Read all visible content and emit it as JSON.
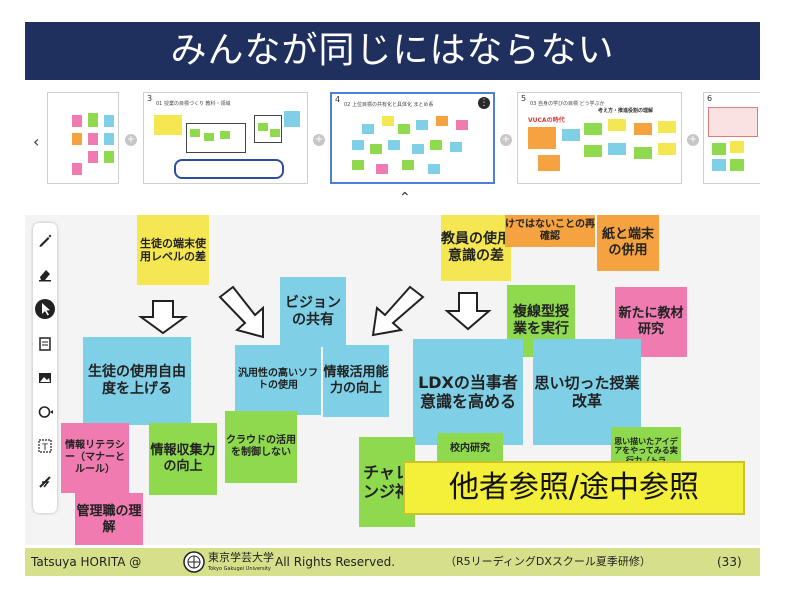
{
  "title": "みんなが同じにはならない",
  "thumbnails": [
    {
      "num": ""
    },
    {
      "num": "3",
      "title": "01 授業の目標づくり 教科・領域"
    },
    {
      "num": "4",
      "title": "02 上位目標の共有化と具体化 まとめ系"
    },
    {
      "num": "5",
      "title": "03 自身の学びの目標 どう学ぶか",
      "label1": "考え方・推進役割の理解",
      "label2": "VUCAの時代"
    },
    {
      "num": "6"
    }
  ],
  "collapse_icon": "chevron-up-icon",
  "toolbar": {
    "tools": [
      "pen-icon",
      "eraser-icon",
      "cursor-icon",
      "sticky-note-icon",
      "image-icon",
      "shape-icon",
      "text-icon",
      "laser-icon"
    ]
  },
  "notes": {
    "n1": "生徒の端末使用レベルの差",
    "n2": "教員の使用意識の差",
    "n3": "けではないことの再確認",
    "n4": "紙と端末の併用",
    "n5": "ビジョンの共有",
    "n6": "複線型授業を実行",
    "n7": "新たに教材研究",
    "n8": "生徒の使用自由度を上げる",
    "n9": "汎用性の高いソフトの使用",
    "n10": "情報活用能力の向上",
    "n11": "LDXの当事者意識を高める",
    "n12": "思い切った授業改革",
    "n13": "情報リテラシー（マナーとルール）",
    "n14": "情報収集力の向上",
    "n15": "クラウドの活用を制御しない",
    "n16": "チャレンジ神",
    "n17": "校内研究",
    "n18": "思い描いたアイデアをやってみる実行力（トラ",
    "n19": "管理職の理解"
  },
  "overlay_label": "他者参照/途中参照",
  "footer": {
    "author": "Tatsuya HORITA @",
    "university_jp": "東京学芸大学",
    "university_en": "Tokyo Gakugei University",
    "rights": "All Rights Reserved.",
    "event": "（R5リーディングDXスクール夏季研修）",
    "page": "(33)"
  },
  "colors": {
    "title_bg": "#1f2f5e",
    "footer_bg": "#d6e08a",
    "sticky_yellow": "#f5e752",
    "sticky_cyan": "#7fd0e7",
    "sticky_green": "#8fd94e",
    "sticky_orange": "#f4a340",
    "sticky_pink": "#ef7bb0",
    "overlay": "#f4ef38"
  }
}
